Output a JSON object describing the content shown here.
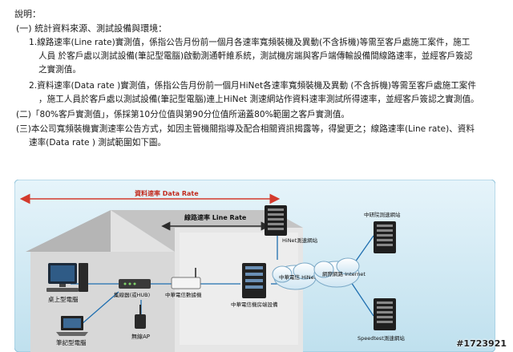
{
  "doc": {
    "heading": "說明：",
    "item1_title": "(一) 統計資料來源、測試設備與環境：",
    "item1_sub1_l1": "1.線路速率(Line rate)實測值，係指公告月份前一個月各速率寬頻裝機及異動(不含拆機)等需至客戶處施工案件，施工",
    "item1_sub1_l2": "人員 於客戶處以測試設備(筆記型電腦)啟動測通軒維系統，測試機房端與客戶端傳輸設備間線路速率，並經客戶簽認",
    "item1_sub1_l3": "之實測值。",
    "item1_sub2_l1": "2.資料速率(Data rate )實測值，係指公告月份前一個月HiNet各速率寬頻裝機及異動 (不含拆機)等需至客戶處施工案件",
    "item1_sub2_l2": "，施工人員於客戶處以測試設備(筆記型電腦)連上HiNet 測速網站作資料速率測試所得速率，並經客戶簽認之實測值。",
    "item2": "(二)「80%客戶實測值」，係採第10分位值與第90分位值所涵蓋80%範圍之客戶實測值。",
    "item3_l1": "(三)本公司寬頻裝機實測速率公告方式，如因主管機關指導及配合相關資訊揭露等，得變更之；線路速率(Line rate)、資料",
    "item3_l2": "速率(Data rate ) 測試範圍如下圖。"
  },
  "diagram": {
    "data_rate_label": "資料速率 Data Rate",
    "line_rate_label": "線路速率 Line Rate",
    "desktop_label": "桌上型電腦",
    "laptop_label": "筆記型電腦",
    "hub_label": "集線器(或HUB)",
    "modem_label": "中華電信數據機",
    "ap_label": "無線AP",
    "dslam_label": "中華電信機房端設備",
    "hinet_cloud_label": "中華電信 HiNet",
    "internet_cloud_label": "網際網路 Internet",
    "hinet_speed_site": "HiNet測速網站",
    "cht_speed_site": "中研院測速網站",
    "speedtest_site": "Speedtest測速網站"
  },
  "watermark": "#1723921",
  "colors": {
    "sky": "#cfe9f4",
    "house_wall": "#dcdcdc",
    "roof": "#a9a9a9",
    "line": "#1f6fb0",
    "data_arrow": "#d33a2c",
    "line_arrow": "#2b2b2b"
  }
}
